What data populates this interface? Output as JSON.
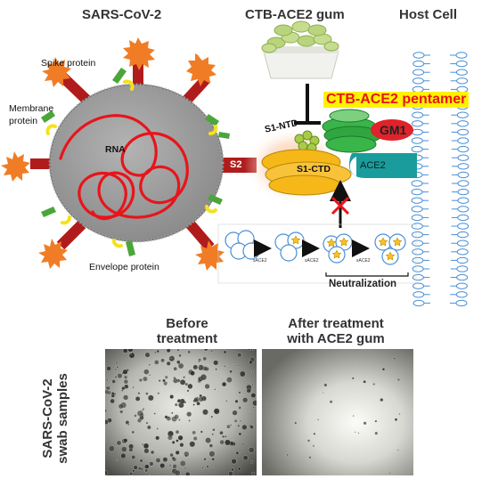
{
  "headers": {
    "virus": "SARS-CoV-2",
    "gum": "CTB-ACE2 gum",
    "host": "Host Cell"
  },
  "virus_labels": {
    "spike": "Spike protein",
    "membrane_line1": "Membrane",
    "membrane_line2": "protein",
    "rna": "RNA",
    "s2": "S2",
    "envelope": "Envelope protein"
  },
  "binding_labels": {
    "s1_ntd": "S1-NTD",
    "s1_ctd": "S1-CTD",
    "ace2": "ACE2",
    "gm1": "GM1",
    "pentamer": "CTB-ACE2 pentamer"
  },
  "neutralization": {
    "step_label": "sACE2",
    "caption": "Neutralization"
  },
  "microscopy": {
    "before_line1": "Before",
    "before_line2": "treatment",
    "after_line1": "After treatment",
    "after_line2": "with ACE2 gum",
    "row_label_line1": "SARS-CoV-2",
    "row_label_line2": "swab samples"
  },
  "colors": {
    "virus_body": "#9e9e9e",
    "rna": "#e8141b",
    "spike_stalk": "#b01c1c",
    "spike_head": "#f07d26",
    "membrane_protein": "#4aa63a",
    "envelope_protein": "#f4e21a",
    "ace2_receptor": "#1a9c9c",
    "spike_s1_ctd": "#f6b818",
    "gm1": "#e0222a",
    "ctb_pentamer": "#39b54a",
    "pentamer_highlight": "#fff200",
    "membrane_lipid": "#4a8fd4",
    "gum_tablets": "#b8d47c"
  }
}
